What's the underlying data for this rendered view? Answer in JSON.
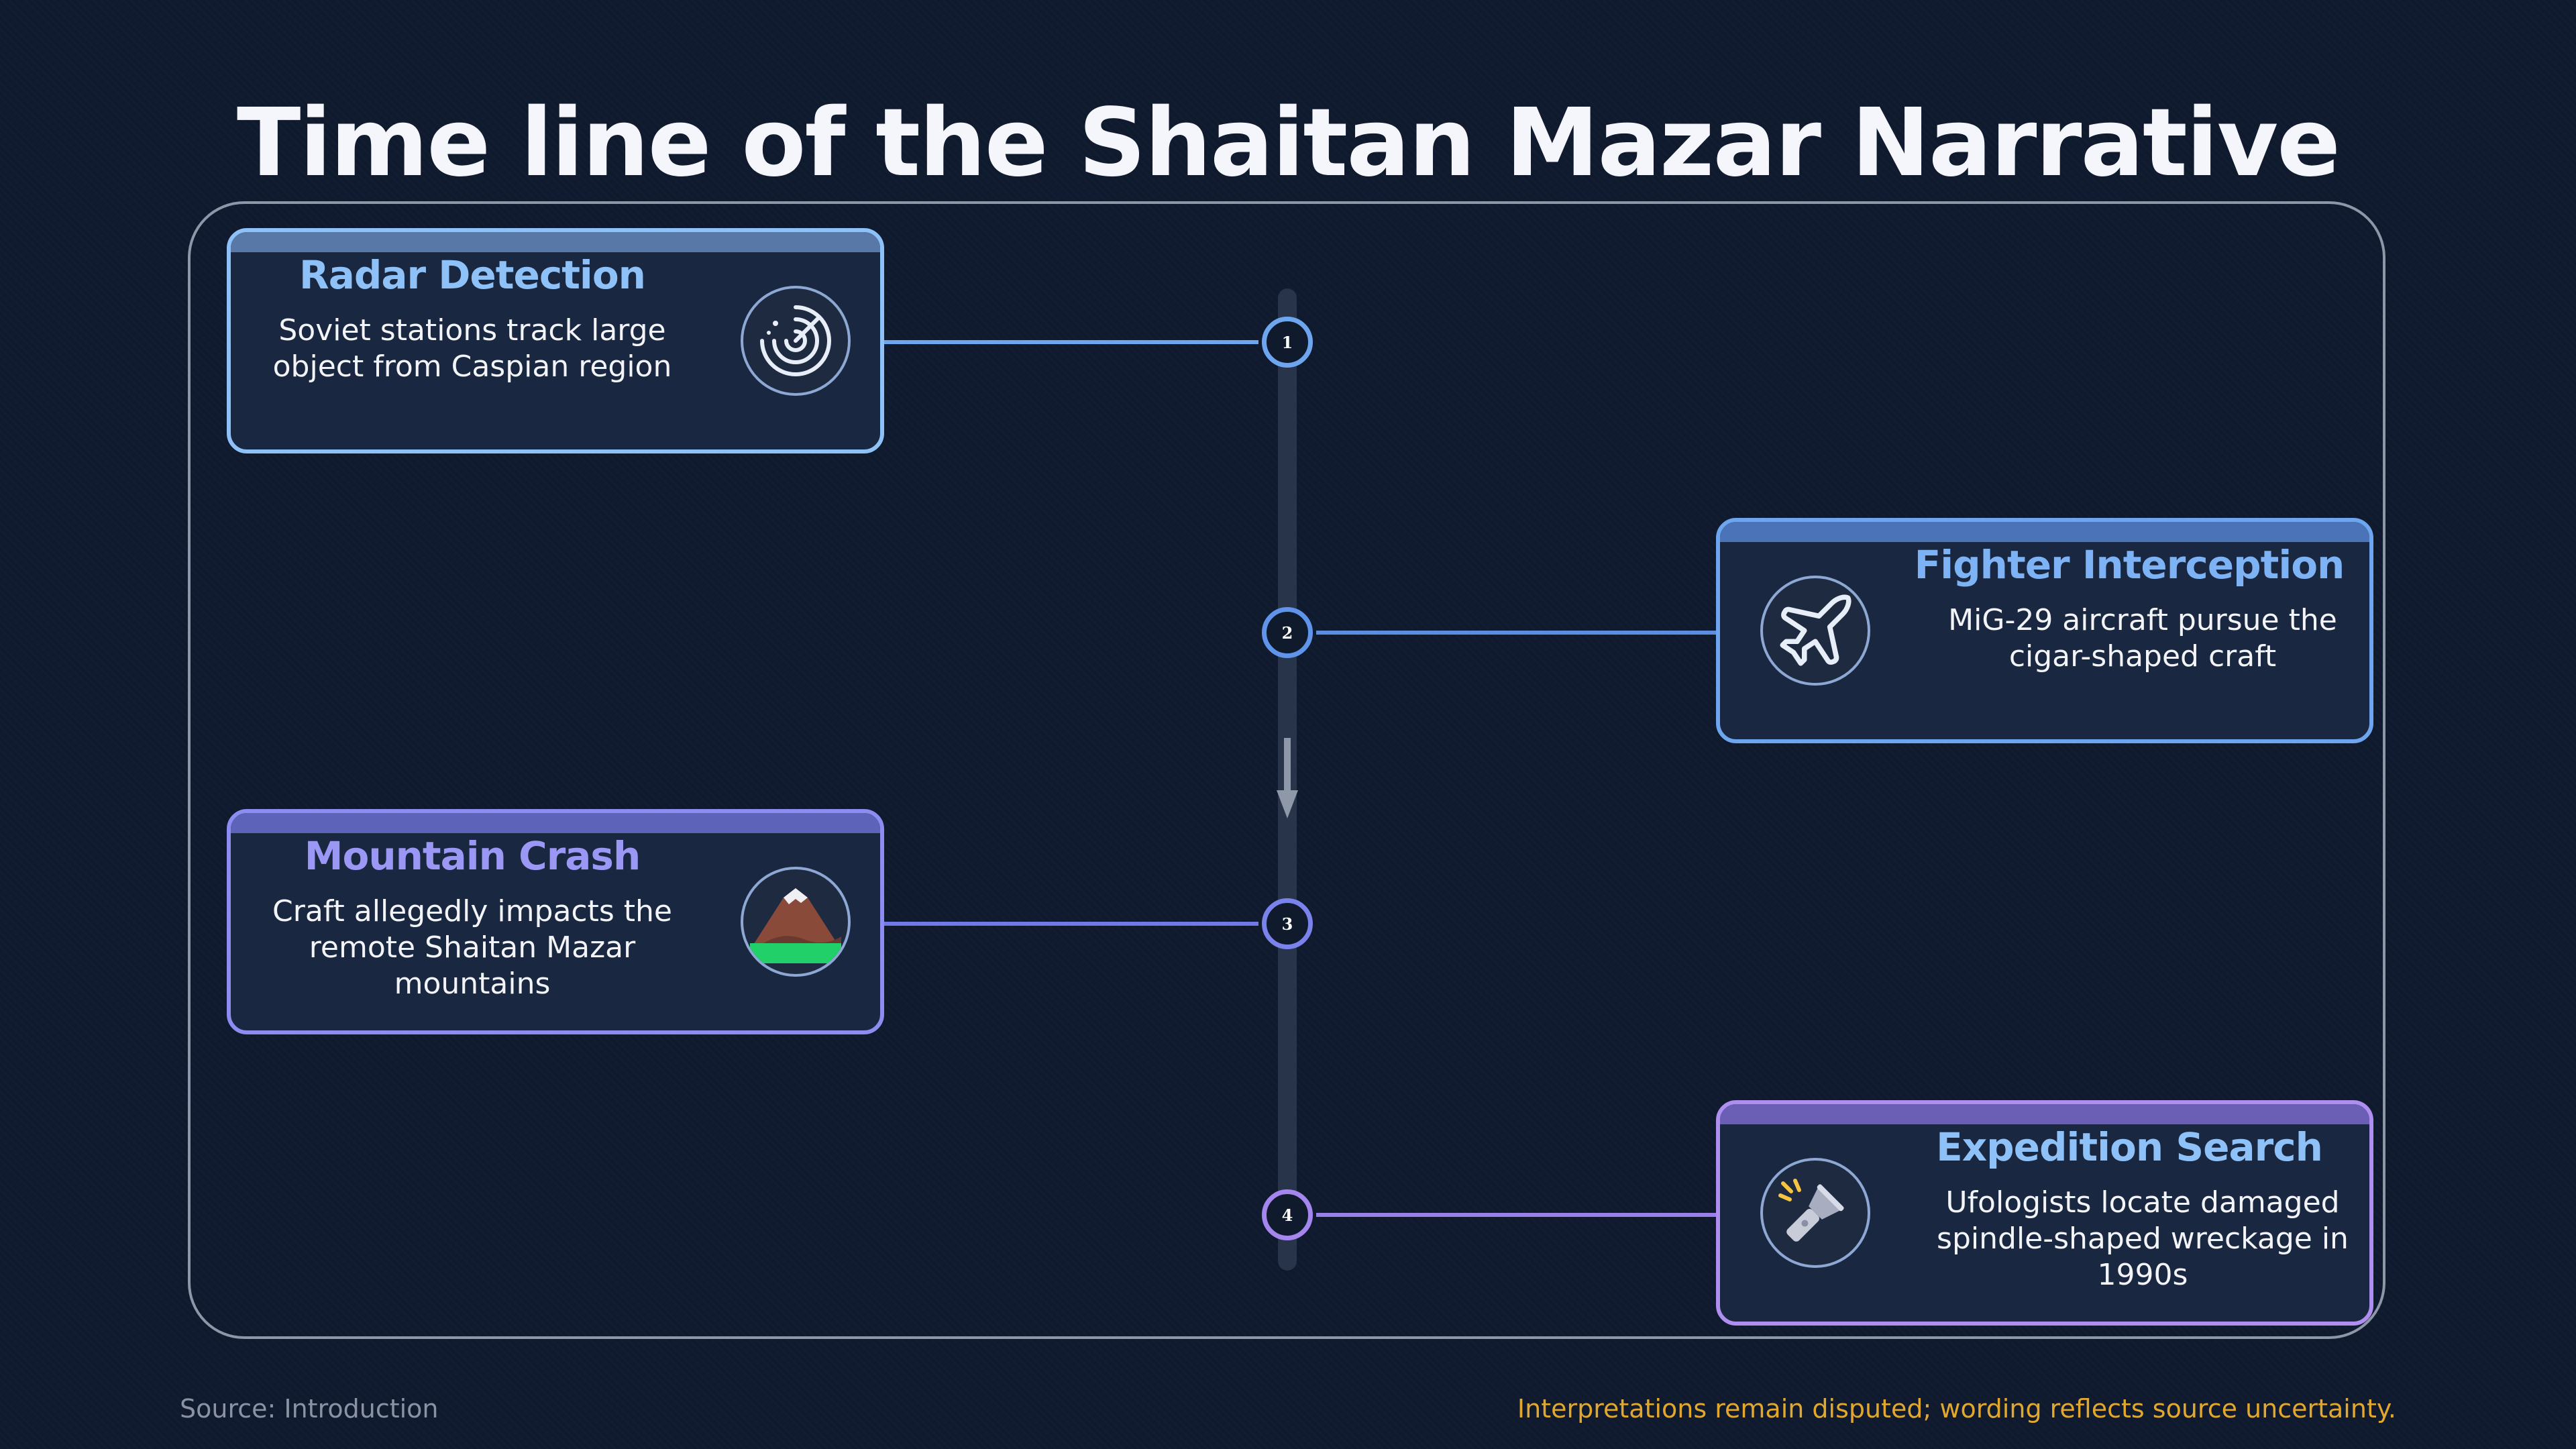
{
  "title": "Time line of the Shaitan Mazar Narrative",
  "events": [
    {
      "number": "1",
      "title": "Radar Detection",
      "description": "Soviet stations track large object from Caspian region",
      "icon": "radar-icon",
      "color": "#7fb6f5"
    },
    {
      "number": "2",
      "title": "Fighter Interception",
      "description": "MiG-29 aircraft pursue the cigar-shaped craft",
      "icon": "airplane-icon",
      "color": "#6ea5ef"
    },
    {
      "number": "3",
      "title": "Mountain Crash",
      "description": "Craft allegedly impacts the remote Shaitan Mazar mountains",
      "icon": "mountain-icon",
      "color": "#8d8cf0"
    },
    {
      "number": "4",
      "title": "Expedition Search",
      "description": "Ufologists locate damaged spindle-shaped wreckage in 1990s",
      "icon": "flashlight-icon",
      "color": "#a98ff0"
    }
  ],
  "footer": {
    "source": "Source: Introduction",
    "note": "Interpretations remain disputed; wording reflects source uncertainty."
  },
  "colors": {
    "background": "#101a2e",
    "card_fill": "#1a2740",
    "spine": "#27344a",
    "note_text": "#e2a82e"
  }
}
